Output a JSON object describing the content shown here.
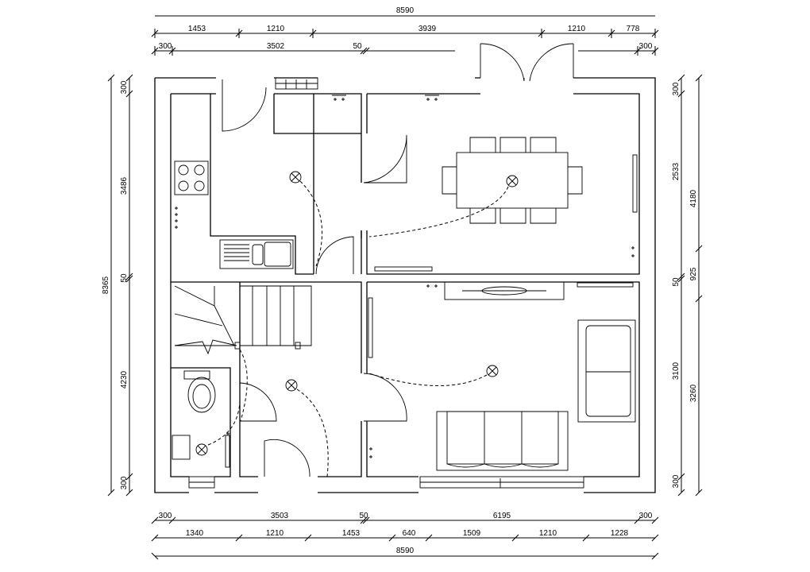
{
  "dimensions": {
    "top": {
      "overall": "8590",
      "openings": [
        "1453",
        "1210",
        "3939",
        "1210",
        "778"
      ],
      "walls": [
        "300",
        "3502",
        "50",
        "300"
      ]
    },
    "bottom": {
      "walls": [
        "300",
        "3503",
        "50",
        "6195",
        "300"
      ],
      "openings": [
        "1340",
        "1210",
        "1453",
        "640",
        "1509",
        "1210",
        "1228"
      ],
      "overall": "8590"
    },
    "left": {
      "overall": "8365",
      "walls": [
        "300",
        "3486",
        "50",
        "4230",
        "300"
      ]
    },
    "right": {
      "walls": [
        "300",
        "2533",
        "50",
        "3100",
        "300"
      ],
      "openings": [
        "4180",
        "925",
        "3260"
      ]
    }
  }
}
